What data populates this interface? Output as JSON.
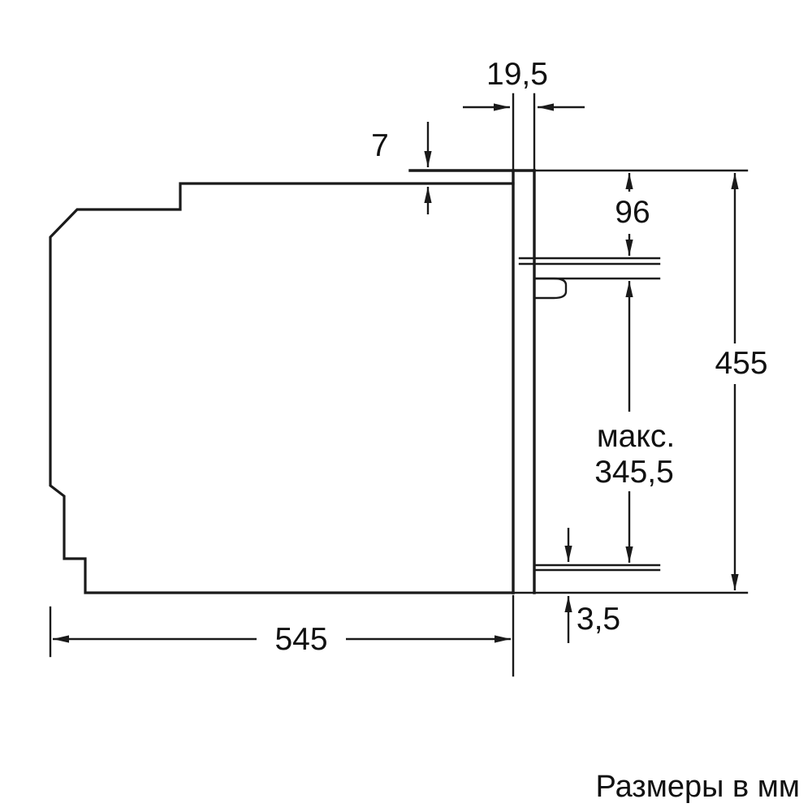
{
  "diagram": {
    "type": "technical-dimension-drawing",
    "subject": "built-in-oven-side-view",
    "caption": "Размеры в мм",
    "dims": {
      "door_thickness": "19,5",
      "top_overhang": "7",
      "panel_height": "96",
      "total_height": "455",
      "max_label": "макс.",
      "max_value": "345,5",
      "bottom_gap": "3,5",
      "depth": "545"
    }
  },
  "colors": {
    "line": "#1a1a1a",
    "background": "#ffffff"
  }
}
